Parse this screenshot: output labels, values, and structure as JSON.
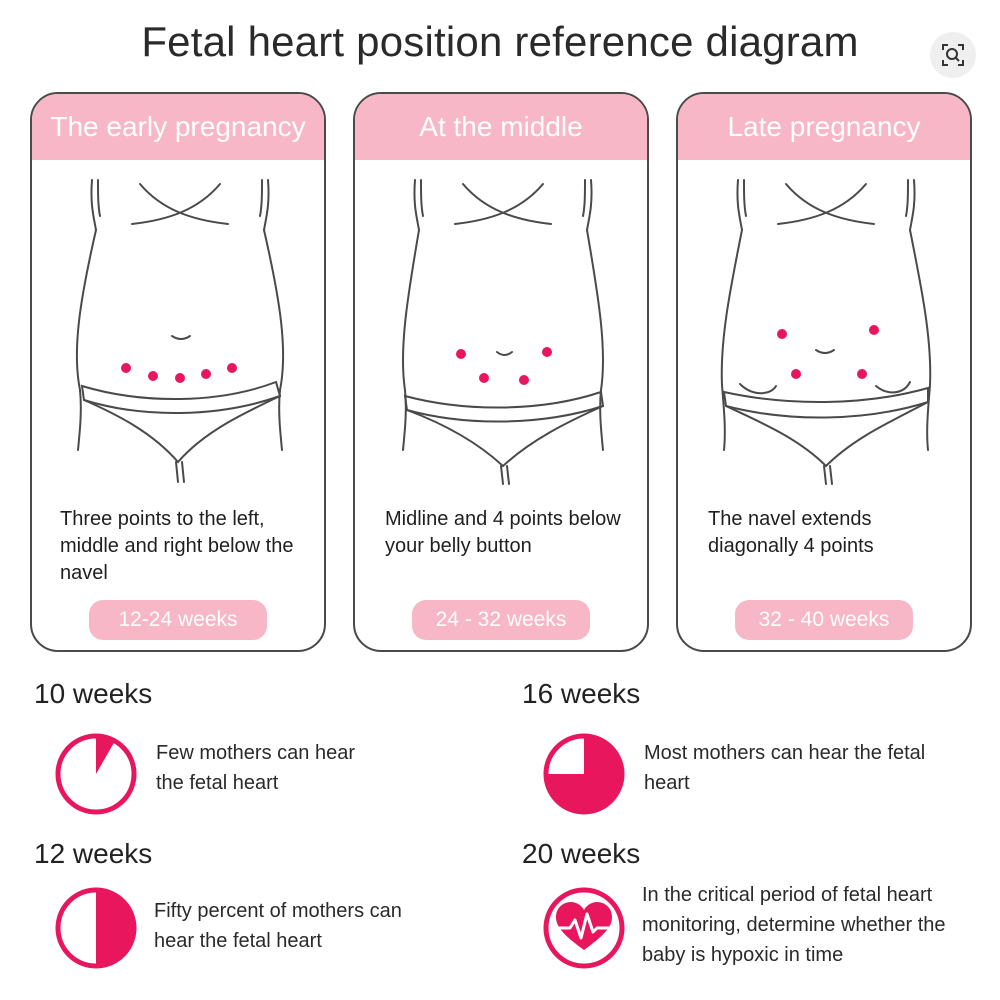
{
  "title": "Fetal heart position reference diagram",
  "colors": {
    "pink": "#f7b7c6",
    "crimson": "#e8175d",
    "outline": "#4a4a4a"
  },
  "icons": {
    "lens": "image-search-icon"
  },
  "stages": [
    {
      "header": "The early pregnancy",
      "description": "Three points to the left, middle and right below the navel",
      "weeks": "12-24 weeks",
      "points": 5
    },
    {
      "header": "At the middle",
      "description": "Midline and 4 points below your belly button",
      "weeks": "24 - 32 weeks",
      "points": 4
    },
    {
      "header": "Late pregnancy",
      "description": "The navel extends diagonally 4 points",
      "weeks": "32 - 40 weeks",
      "points": 4
    }
  ],
  "milestones": [
    {
      "weeks": "10 weeks",
      "text": "Few mothers can hear the fetal heart",
      "fraction": 0.083,
      "icon": "pie-clock-icon"
    },
    {
      "weeks": "16 weeks",
      "text": "Most mothers can hear the fetal heart",
      "fraction": 0.75,
      "icon": "pie-clock-icon"
    },
    {
      "weeks": "12 weeks",
      "text": "Fifty percent of mothers can hear the fetal heart",
      "fraction": 0.5,
      "icon": "pie-clock-icon"
    },
    {
      "weeks": "20 weeks",
      "text": "In the critical period of fetal heart monitoring, determine whether the baby is hypoxic in time",
      "icon": "heartbeat-icon"
    }
  ]
}
